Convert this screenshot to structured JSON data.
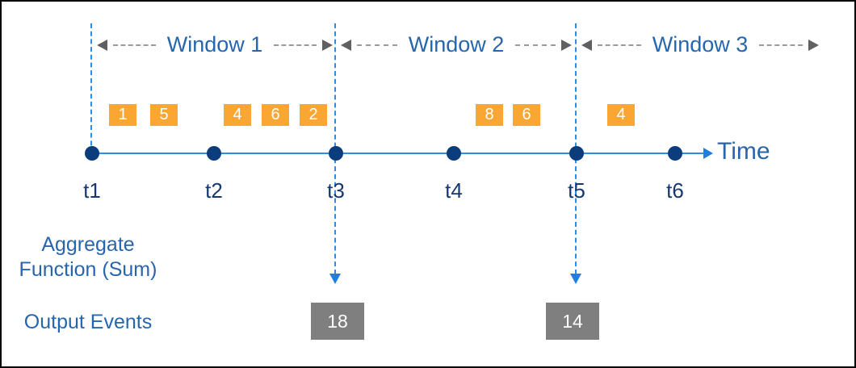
{
  "windows": [
    {
      "label": "Window 1"
    },
    {
      "label": "Window 2"
    },
    {
      "label": "Window 3"
    }
  ],
  "timeline": {
    "axis_label": "Time",
    "ticks": [
      "t1",
      "t2",
      "t3",
      "t4",
      "t5",
      "t6"
    ]
  },
  "events": [
    {
      "value": "1",
      "window": 1
    },
    {
      "value": "5",
      "window": 1
    },
    {
      "value": "4",
      "window": 1
    },
    {
      "value": "6",
      "window": 1
    },
    {
      "value": "2",
      "window": 1
    },
    {
      "value": "8",
      "window": 2
    },
    {
      "value": "6",
      "window": 2
    },
    {
      "value": "4",
      "window": 3
    }
  ],
  "aggregate": {
    "line1": "Aggregate",
    "line2": "Function (Sum)"
  },
  "output": {
    "label": "Output Events",
    "events": [
      {
        "value": "18",
        "at_tick": "t3"
      },
      {
        "value": "14",
        "at_tick": "t5"
      }
    ]
  },
  "colors": {
    "accent_blue": "#2D8CE3",
    "navy_dot": "#0B3C7C",
    "text_blue": "#2766AC",
    "event_orange": "#F9A633",
    "output_gray": "#7F7F7F",
    "arrow_gray": "#606060"
  }
}
